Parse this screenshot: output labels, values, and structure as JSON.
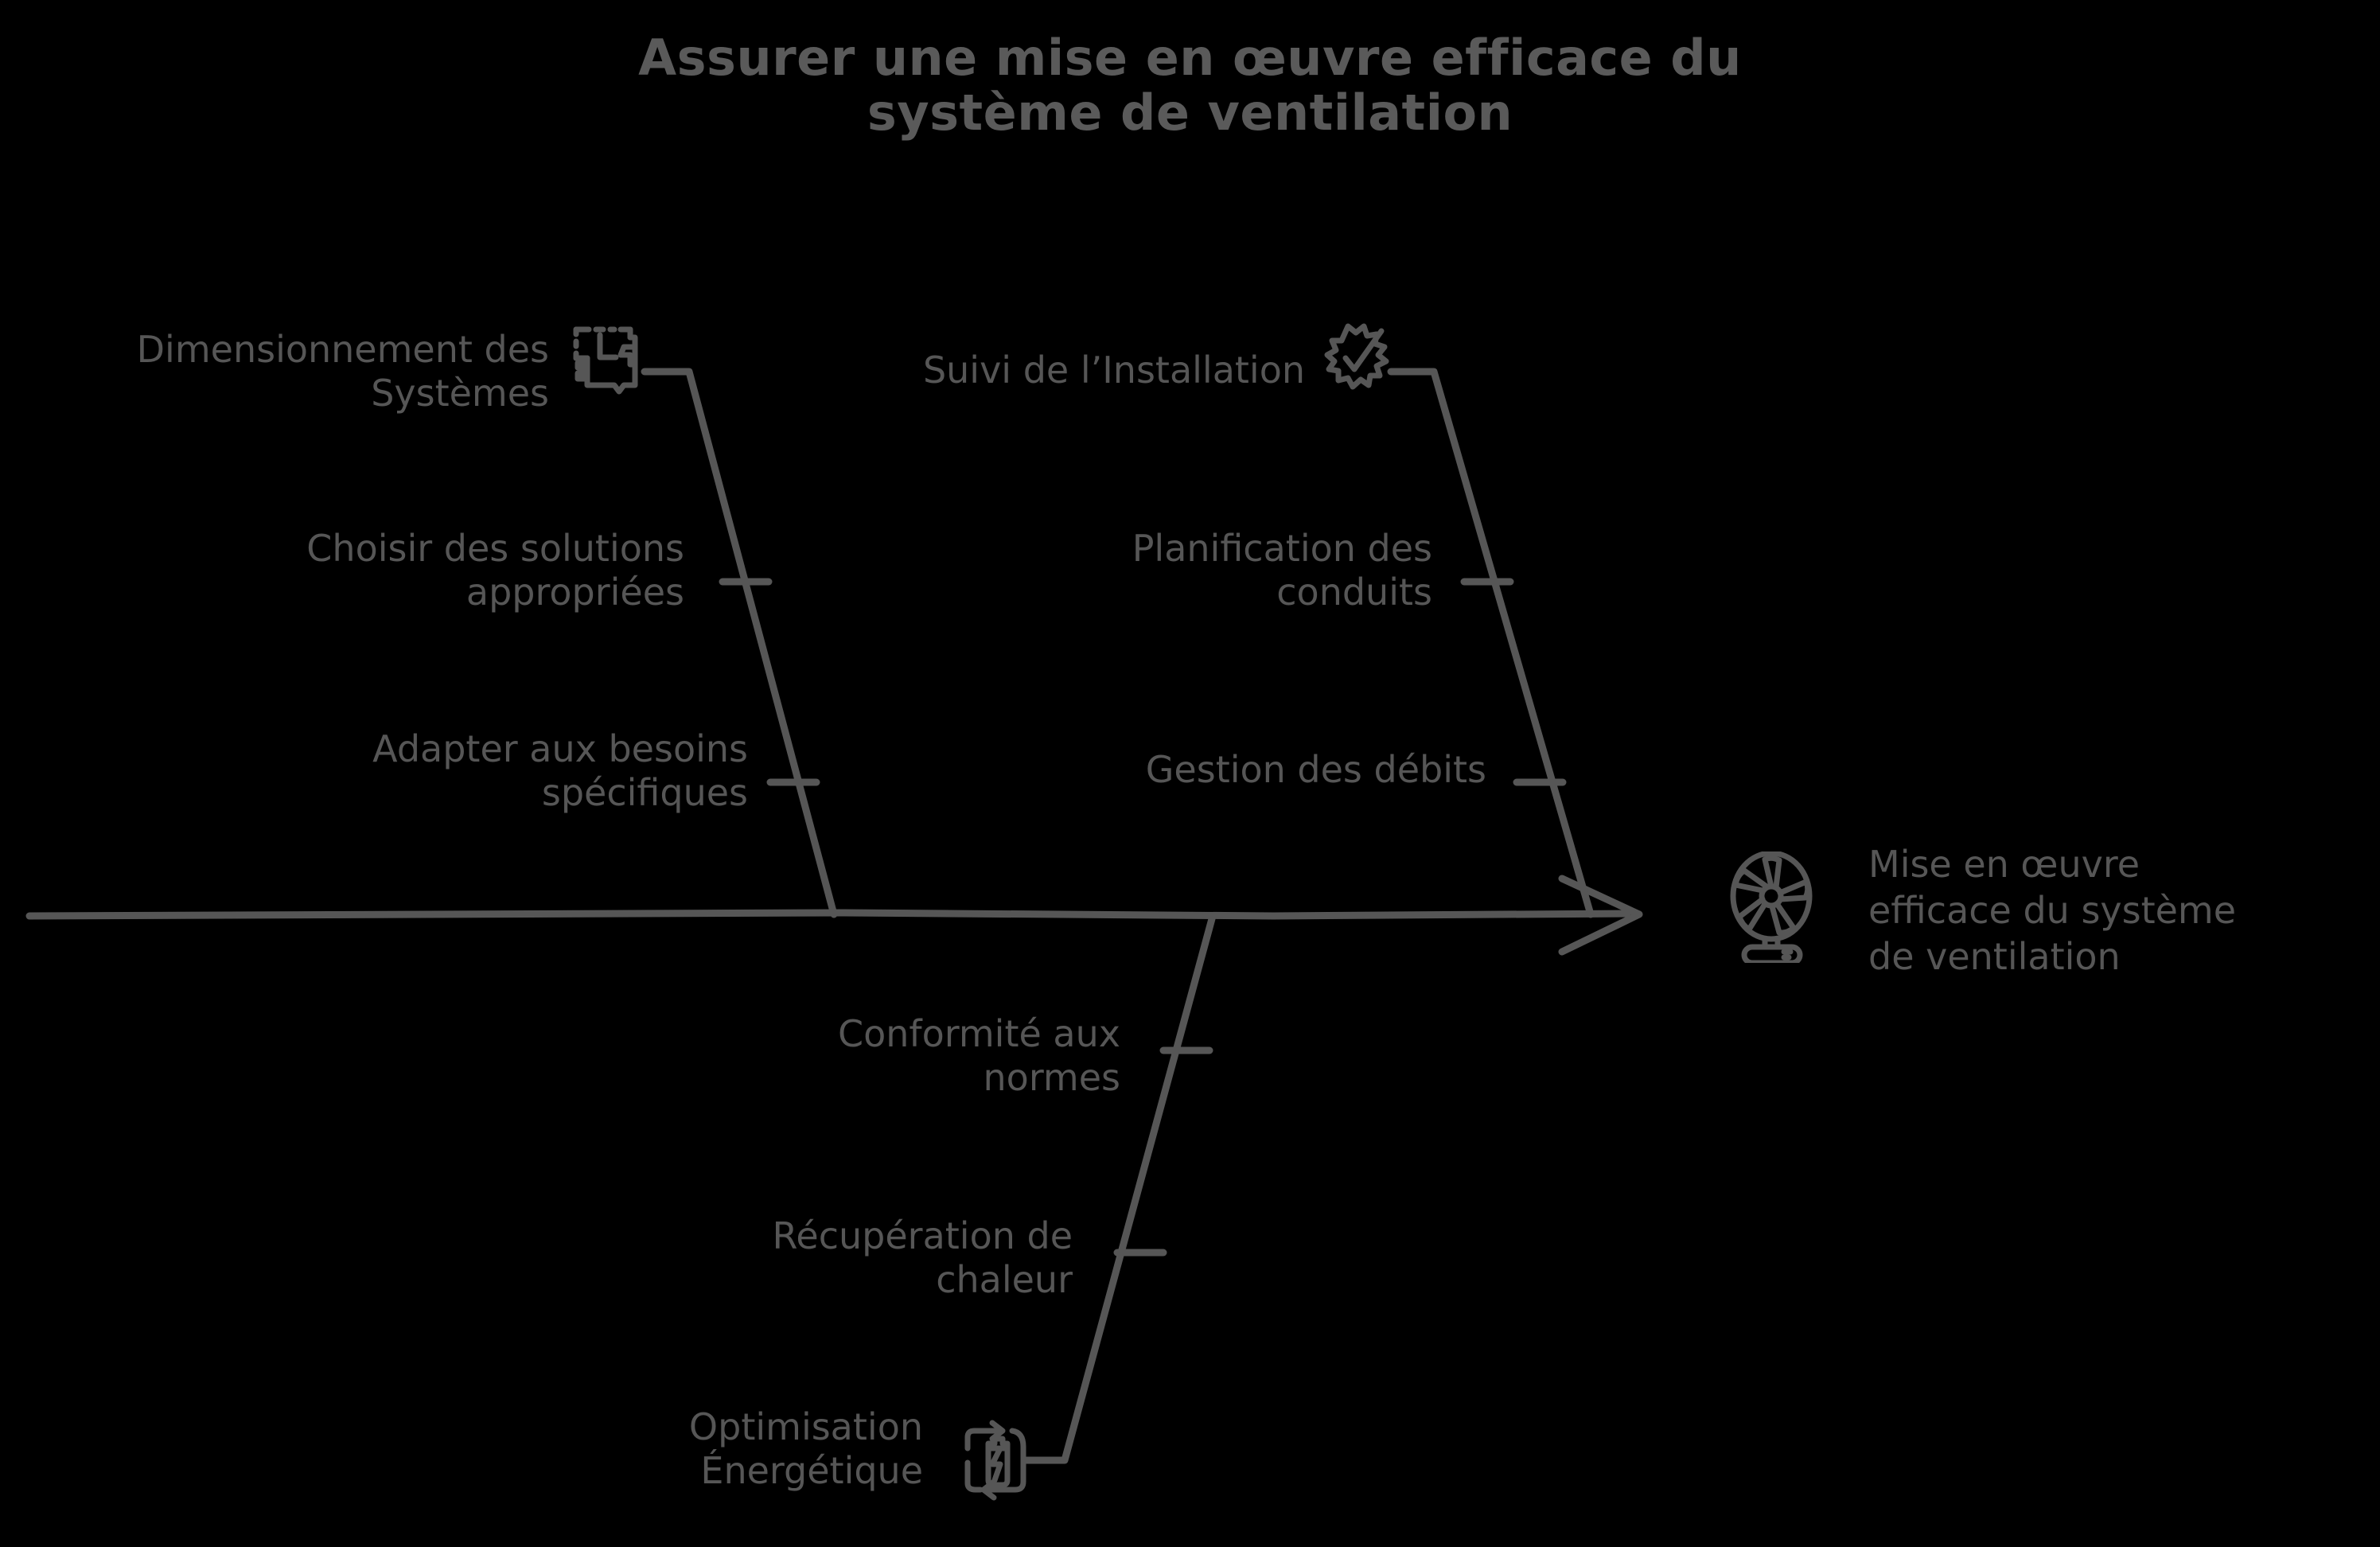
{
  "title": {
    "line1": "Assurer une mise en œuvre efficace du",
    "line2": "système de ventilation"
  },
  "colors": {
    "background": "#000000",
    "stroke": "#565656",
    "title": "#5a5a5a",
    "label": "#565656"
  },
  "diagram": {
    "type": "fishbone",
    "effect": {
      "label": "Mise en œuvre\nefficace du système\nde ventilation",
      "icon": "fan-icon"
    },
    "categories": [
      {
        "id": "dimensionnement-des-systemes",
        "label": "Dimensionnement des\nSystèmes",
        "icon": "blueprint-icon",
        "side": "top",
        "position": "left",
        "causes": [
          {
            "id": "choisir-des-solutions-appropriees",
            "label": "Choisir des solutions\nappropriées"
          },
          {
            "id": "adapter-aux-besoins-specifiques",
            "label": "Adapter aux besoins\nspécifiques"
          }
        ]
      },
      {
        "id": "suivi-de-l-installation",
        "label": "Suivi de l’Installation",
        "icon": "gear-check-icon",
        "side": "top",
        "position": "right",
        "causes": [
          {
            "id": "planification-des-conduits",
            "label": "Planification des\nconduits"
          },
          {
            "id": "gestion-des-debits",
            "label": "Gestion des débits"
          }
        ]
      },
      {
        "id": "optimisation-energetique",
        "label": "Optimisation\nÉnergétique",
        "icon": "battery-recycle-icon",
        "side": "bottom",
        "position": "left",
        "causes": [
          {
            "id": "conformite-aux-normes",
            "label": "Conformité aux\nnormes"
          },
          {
            "id": "recuperation-de-chaleur",
            "label": "Récupération de\nchaleur"
          }
        ]
      }
    ]
  }
}
